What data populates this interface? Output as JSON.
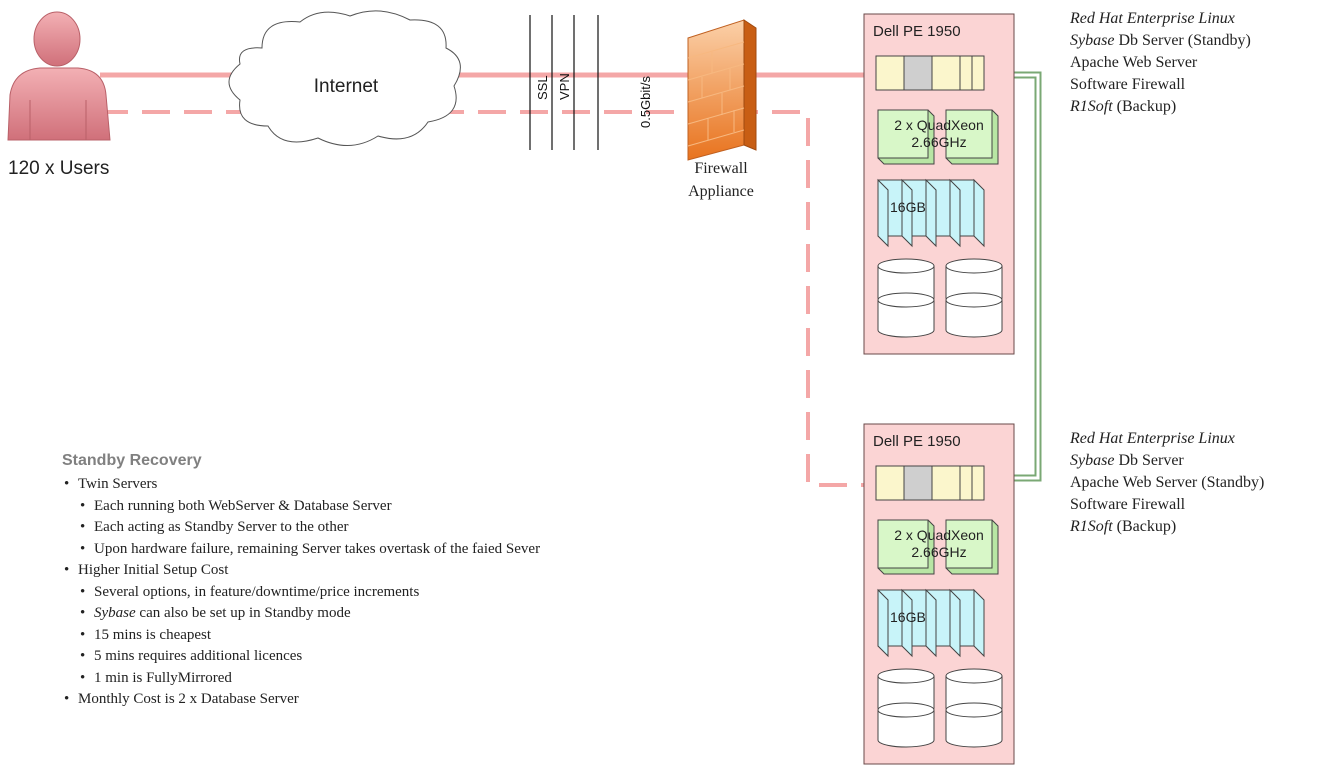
{
  "users": {
    "label": "120 x Users"
  },
  "internet": {
    "label": "Internet"
  },
  "vpn": {
    "ssl": "SSL",
    "vpn": "VPN"
  },
  "link": {
    "speed": "0.5Gbit/s"
  },
  "firewall": {
    "line1": "Firewall",
    "line2": "Appliance"
  },
  "servers": [
    {
      "title": "Dell PE 1950",
      "cpu_line1": "2 x QuadXeon",
      "cpu_line2": "2.66GHz",
      "ram": "16GB",
      "notes": [
        {
          "italic": "Red Hat Enterprise Linux",
          "text": ""
        },
        {
          "italic": "Sybase",
          "text": " Db Server (Standby)"
        },
        {
          "italic": "",
          "text": "Apache Web Server"
        },
        {
          "italic": "",
          "text": "Software Firewall"
        },
        {
          "italic": "R1Soft",
          "text": " (Backup)"
        }
      ]
    },
    {
      "title": "Dell PE 1950",
      "cpu_line1": "2 x QuadXeon",
      "cpu_line2": "2.66GHz",
      "ram": "16GB",
      "notes": [
        {
          "italic": "Red Hat Enterprise Linux",
          "text": ""
        },
        {
          "italic": "Sybase",
          "text": " Db Server"
        },
        {
          "italic": "",
          "text": "Apache Web Server (Standby)"
        },
        {
          "italic": "",
          "text": "Software Firewall"
        },
        {
          "italic": "R1Soft",
          "text": " (Backup)"
        }
      ]
    }
  ],
  "recovery": {
    "title": "Standby Recovery",
    "items": [
      {
        "level": 1,
        "italic": "",
        "text": "Twin Servers"
      },
      {
        "level": 2,
        "italic": "",
        "text": "Each running both WebServer & Database Server"
      },
      {
        "level": 2,
        "italic": "",
        "text": "Each acting as Standby Server to the other"
      },
      {
        "level": 2,
        "italic": "",
        "text": "Upon hardware failure, remaining Server takes overtask of the faied Sever"
      },
      {
        "level": 1,
        "italic": "",
        "text": "Higher Initial Setup Cost"
      },
      {
        "level": 2,
        "italic": "",
        "text": "Several options, in feature/downtime/price increments"
      },
      {
        "level": 2,
        "italic": "Sybase",
        "text": " can also be set up in Standby mode"
      },
      {
        "level": 2,
        "italic": "",
        "text": "15 mins is cheapest"
      },
      {
        "level": 2,
        "italic": "",
        "text": "5 mins requires additional licences"
      },
      {
        "level": 2,
        "italic": "",
        "text": "1 min is FullyMirrored"
      },
      {
        "level": 1,
        "italic": "",
        "text": "Monthly Cost is 2 x Database Server"
      }
    ]
  },
  "colors": {
    "link_pink": "#f4a7a7",
    "server_fill": "#fbd4d4",
    "cpu_green": "#d8f7c8",
    "ram_cyan": "#c8f4f9",
    "green_link": "#7aa874",
    "firewall_orange": "#f08a35",
    "user_fill": "#e08c92"
  }
}
